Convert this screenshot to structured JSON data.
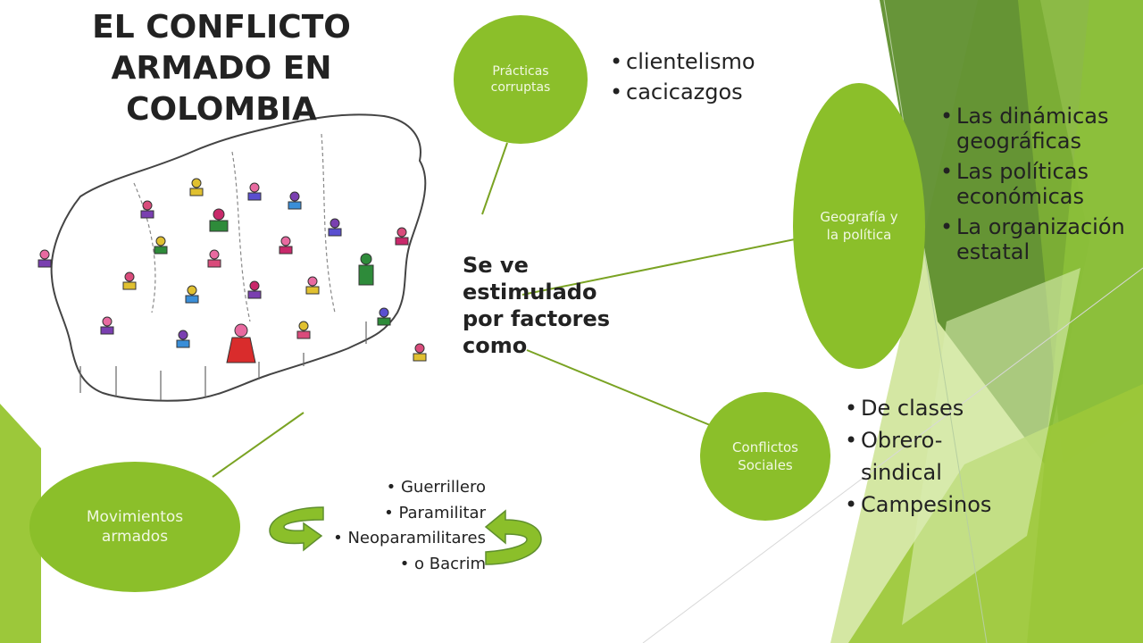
{
  "title": "EL CONFLICTO ARMADO EN COLOMBIA",
  "center_text": "Se ve estimulado por factores como",
  "nodes": {
    "practicas": {
      "label": "Prácticas corruptas",
      "items": [
        "clientelismo",
        "cacicazgos"
      ]
    },
    "geografia": {
      "label": "Geografía y la política",
      "items": [
        "Las dinámicas geográficas",
        "Las políticas económicas",
        "La organización estatal"
      ]
    },
    "conflictos": {
      "label": "Conflictos Sociales",
      "items": [
        "De clases",
        "Obrero-sindical",
        "Campesinos"
      ]
    },
    "movimientos": {
      "label": "Movimientos armados",
      "items": [
        "Guerrillero",
        "Paramilitar",
        "Neoparamilitares",
        "o Bacrim"
      ]
    }
  },
  "colors": {
    "node_fill": "#8bbf2a",
    "connector": "#7aa323",
    "accent_dark": "#5f8f2e"
  },
  "icons": {
    "illustration": "colombia-map-cartoon-illustration",
    "cycle": "circular-arrows-icon"
  }
}
